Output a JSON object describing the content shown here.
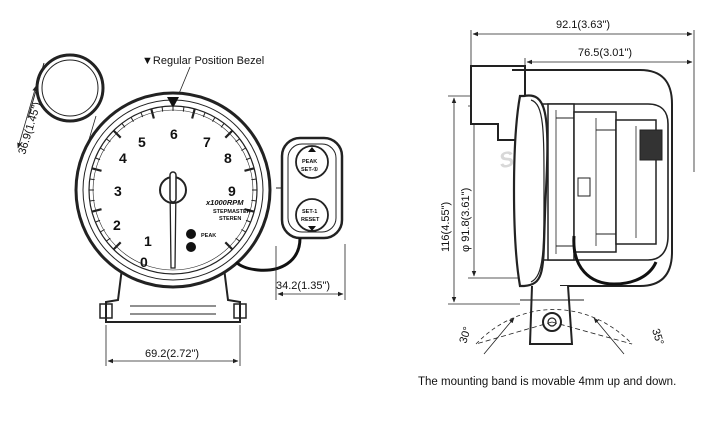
{
  "front_view": {
    "bezel_label": "▼Regular Position Bezel",
    "bezel_diameter": "36.9(1.45\")",
    "width": "69.2(2.72\")",
    "controller_offset": "34.2(1.35\")",
    "dial_numbers": [
      "0",
      "1",
      "2",
      "3",
      "4",
      "5",
      "6",
      "7",
      "8",
      "9"
    ],
    "unit_label": "x1000RPM",
    "brand_line1": "STEPMASTER",
    "brand_line2": "STEREN",
    "peak_label": "PEAK",
    "button_top_line1": "PEAK",
    "button_top_line2": "SET-①",
    "button_bottom_line1": "SET-1",
    "button_bottom_line2": "RESET"
  },
  "side_view": {
    "overall_depth": "92.1(3.63\")",
    "body_depth": "76.5(3.01\")",
    "overall_height": "116(4.55\")",
    "face_diameter": "φ 91.8(3.61\")",
    "tilt_left": "30°",
    "tilt_right": "35°",
    "watermark": "Sandy"
  },
  "note": "The mounting band is movable 4mm up and down."
}
